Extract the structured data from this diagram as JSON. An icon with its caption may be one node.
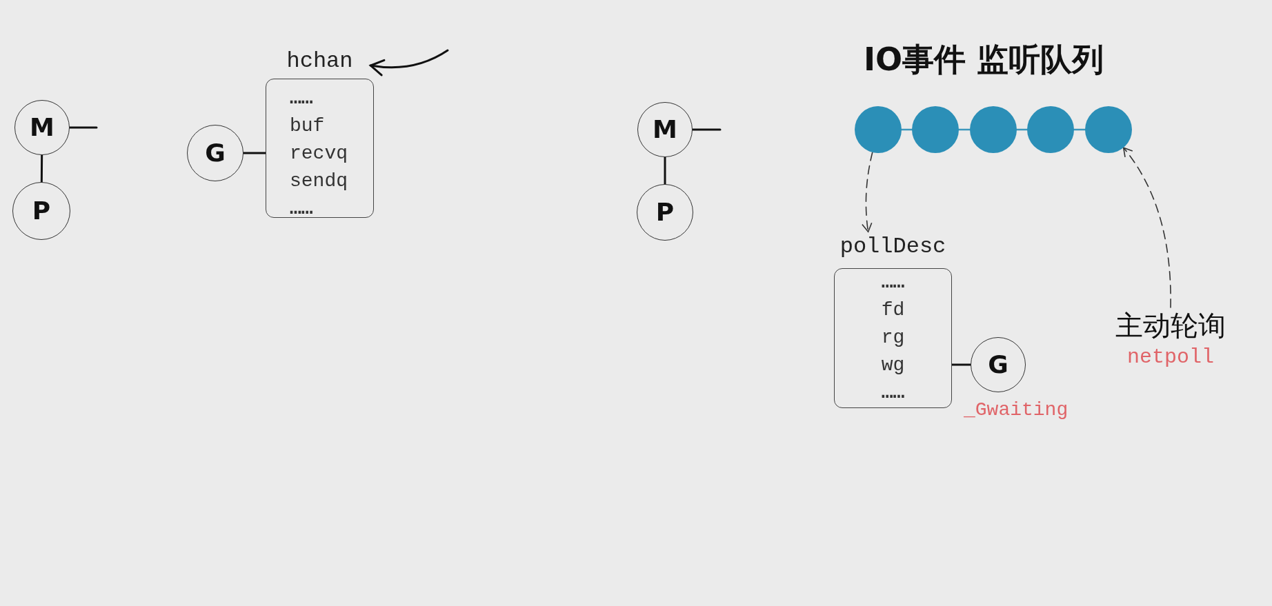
{
  "diagram": {
    "title": "IO事件 监听队列",
    "nodes": [
      {
        "text": [
          "M"
        ]
      },
      {
        "text": [
          "P"
        ]
      },
      {
        "text": [
          "G"
        ]
      },
      {
        "text": [
          "hchan",
          "……",
          "buf",
          "recvq",
          "sendq",
          "……"
        ]
      },
      {
        "text": [
          "M"
        ]
      },
      {
        "text": [
          "P"
        ]
      },
      {
        "text": [],
        "shape": "circle"
      },
      {
        "text": [],
        "shape": "circle"
      },
      {
        "text": [],
        "shape": "circle"
      },
      {
        "text": [],
        "shape": "circle"
      },
      {
        "text": [],
        "shape": "circle"
      },
      {
        "text": [
          "pollDesc",
          "……",
          "fd",
          "rg",
          "wg",
          "……"
        ]
      },
      {
        "text": [
          "G"
        ],
        "beside": [
          "_Gwaiting"
        ]
      },
      {
        "text": [
          "主动轮询",
          "netpoll"
        ]
      }
    ],
    "edges": [
      {
        "from": 0,
        "to": null,
        "arrow": "none"
      },
      {
        "from": 0,
        "to": 1,
        "arrow": "none"
      },
      {
        "from": 2,
        "to": 3,
        "arrow": "none"
      },
      {
        "from": null,
        "to": 3,
        "arrow": "to"
      },
      {
        "from": 4,
        "to": null,
        "arrow": "none"
      },
      {
        "from": 4,
        "to": 5,
        "arrow": "none"
      },
      {
        "from": 6,
        "to": 7,
        "arrow": "none",
        "color": "#3d97bd"
      },
      {
        "from": 7,
        "to": 8,
        "arrow": "none",
        "color": "#3d97bd"
      },
      {
        "from": 8,
        "to": 9,
        "arrow": "none",
        "color": "#3d97bd"
      },
      {
        "from": 9,
        "to": 10,
        "arrow": "none",
        "color": "#3d97bd"
      },
      {
        "from": 6,
        "to": 11,
        "arrow": "to",
        "style": "dashed"
      },
      {
        "from": 11,
        "to": 12,
        "arrow": "none"
      },
      {
        "from": 13,
        "to": 10,
        "arrow": "to",
        "style": "dashed"
      }
    ]
  }
}
